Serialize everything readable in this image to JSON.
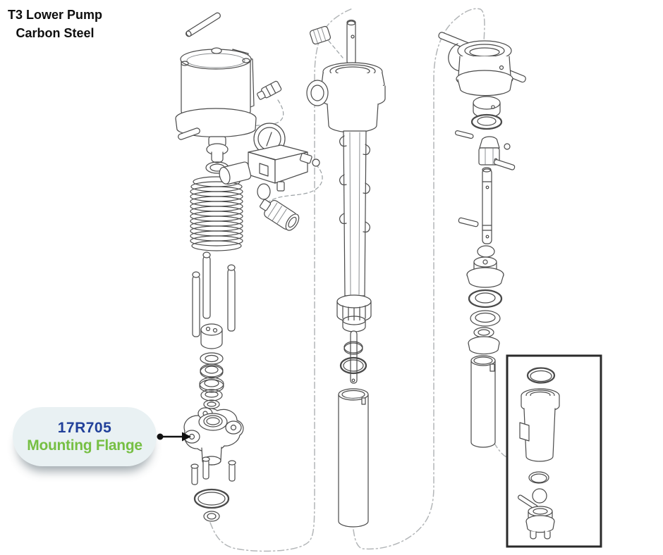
{
  "title": {
    "line1": "T3 Lower Pump",
    "line2": "Carbon Steel"
  },
  "callout": {
    "part_number": "17R705",
    "part_name": "Mounting Flange"
  },
  "colors": {
    "background": "#ffffff",
    "line_art": "#4a4a4a",
    "dash_guides": "#b3b6b8",
    "callout_bg": "#e9f1f3",
    "part_number_text": "#21409a",
    "part_name_text": "#76bf43",
    "arrow": "#111111",
    "inset_border": "#2a2a2a"
  },
  "diagram": {
    "type": "exploded-parts-diagram",
    "groups": [
      "air-motor-spring-and-mounting-flange-column",
      "air-regulator-with-gauge",
      "displacement-rod-and-cylinder-column",
      "coupler-rod-and-outlet-column",
      "intake-valve-inset"
    ]
  }
}
